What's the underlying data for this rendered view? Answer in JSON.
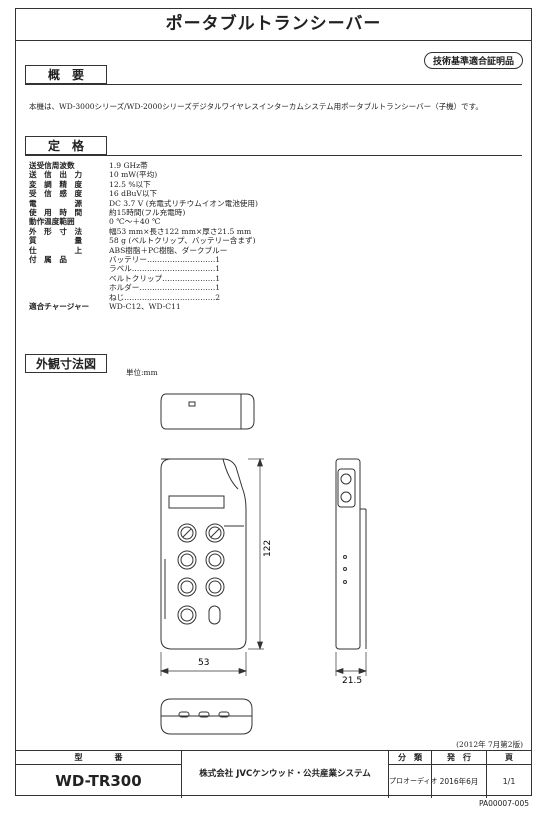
{
  "page": {
    "title": "ポータブルトランシーバー",
    "certification_badge": "技術基準適合証明品"
  },
  "overview": {
    "heading": "概　要",
    "text": "本機は、WD-3000シリーズ/WD-2000シリーズデジタルワイヤレスインターカムシステム用ポータブルトランシーバー（子機）です。"
  },
  "specs": {
    "heading": "定　格",
    "rows": [
      {
        "key": "送受信周波数",
        "value": "1.9 GHz帯"
      },
      {
        "key": "送　信　出　力",
        "value": "10 mW(平均)"
      },
      {
        "key": "変　調　精　度",
        "value": "12.5 %以下"
      },
      {
        "key": "受　信　感　度",
        "value": "16 dBuV以下"
      },
      {
        "key": "電　　　　　源",
        "value": "DC 3.7 V (充電式リチウムイオン電池使用)"
      },
      {
        "key": "使　用　時　間",
        "value": "約15時間(フル充電時)"
      },
      {
        "key": "動作温度範囲",
        "value": "0 ℃～＋40 ℃"
      },
      {
        "key": "外　形　寸　法",
        "value": "幅53 mm×長さ122 mm×厚さ21.5 mm"
      },
      {
        "key": "質　　　　　量",
        "value": "58 g (ベルトクリップ、バッテリー含まず)"
      },
      {
        "key": "仕　　　　　上",
        "value": "ABS樹脂＋PC樹脂、ダークブルー"
      },
      {
        "key": "付　属　品",
        "value": "バッテリー………………………1"
      },
      {
        "key": "",
        "value": "ラベル……………………………1"
      },
      {
        "key": "",
        "value": "ベルトクリップ…………………1"
      },
      {
        "key": "",
        "value": "ホルダー…………………………1"
      },
      {
        "key": "",
        "value": "ねじ………………………………2"
      },
      {
        "key": "適合チャージャー",
        "value": "WD-C12、WD-C11"
      }
    ]
  },
  "dimensions": {
    "heading": "外観寸法図",
    "unit_note": "単位:mm",
    "height_label": "122",
    "width_label": "53",
    "depth_label": "21.5"
  },
  "footer": {
    "edition": "(2012年 7月第2版)",
    "model_header": "型　　　　番",
    "model": "WD-TR300",
    "company": "株式会社 JVCケンウッド・公共産業システム",
    "category_header": "分　類",
    "category": "プロオーディオ",
    "issued_header": "発　行",
    "issued": "2016年6月",
    "page_header": "頁",
    "page": "1/1",
    "doc_number": "PA00007-005"
  }
}
